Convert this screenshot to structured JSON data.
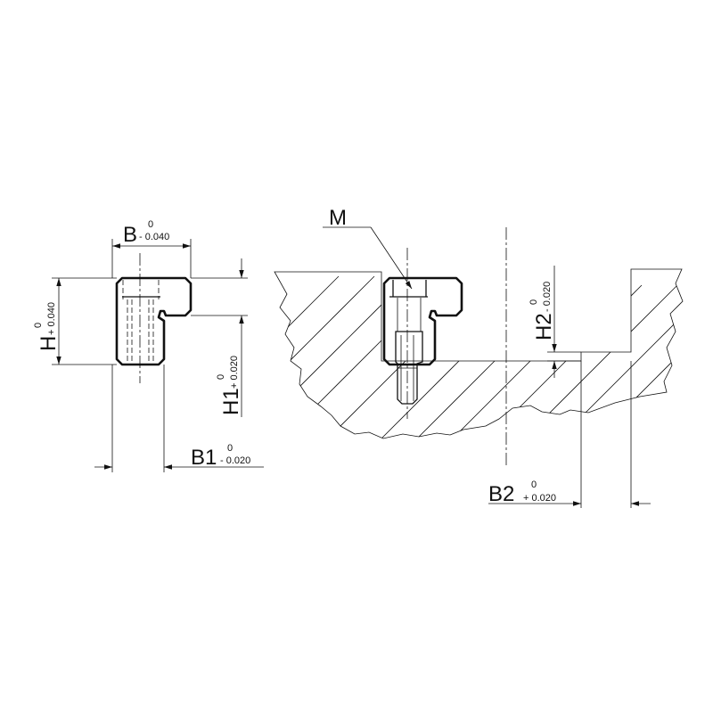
{
  "labels": {
    "b": {
      "name": "B",
      "upper": "0",
      "lower": "- 0.040"
    },
    "h": {
      "name": "H",
      "upper": "0",
      "lower": "+ 0.040"
    },
    "h1": {
      "name": "H1",
      "upper": "0",
      "lower": "+ 0.020"
    },
    "b1": {
      "name": "B1",
      "upper": "0",
      "lower": "- 0.020"
    },
    "m": {
      "name": "M"
    },
    "h2": {
      "name": "H2",
      "upper": "0",
      "lower": "- 0.020"
    },
    "b2": {
      "name": "B2",
      "upper": "0",
      "lower": "+ 0.020"
    }
  }
}
